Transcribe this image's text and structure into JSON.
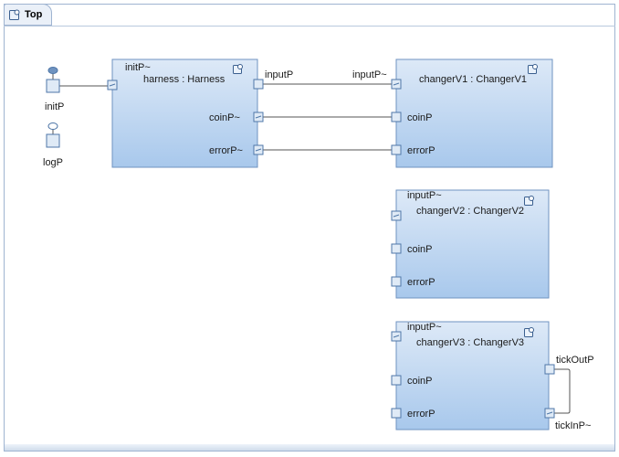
{
  "tab": {
    "title": "Top",
    "icon": "capsule-icon"
  },
  "colors": {
    "frame_border": "#9fb4d1",
    "capsule_fill_top": "#dde9f7",
    "capsule_fill_bottom": "#a8c8ec",
    "capsule_border": "#6f93c0",
    "connector": "#555555",
    "port_fill": "#dfeaf6",
    "port_border": "#4f77a8"
  },
  "external_ports": [
    {
      "id": "initP",
      "label": "initP"
    },
    {
      "id": "logP",
      "label": "logP"
    }
  ],
  "capsules": [
    {
      "id": "harness",
      "title": "harness : Harness",
      "ports": [
        {
          "label": "initP~"
        },
        {
          "label": "inputP"
        },
        {
          "label": "coinP~"
        },
        {
          "label": "errorP~"
        }
      ]
    },
    {
      "id": "changerV1",
      "title": "changerV1 : ChangerV1",
      "ports": [
        {
          "label": "inputP~"
        },
        {
          "label": "coinP"
        },
        {
          "label": "errorP"
        }
      ]
    },
    {
      "id": "changerV2",
      "title": "changerV2 : ChangerV2",
      "ports": [
        {
          "label": "inputP~"
        },
        {
          "label": "coinP"
        },
        {
          "label": "errorP"
        }
      ]
    },
    {
      "id": "changerV3",
      "title": "changerV3 : ChangerV3",
      "ports": [
        {
          "label": "inputP~"
        },
        {
          "label": "coinP"
        },
        {
          "label": "errorP"
        },
        {
          "label": "tickOutP"
        },
        {
          "label": "tickInP~"
        }
      ]
    }
  ],
  "connectors": [
    {
      "from": "initP",
      "to": "harness.initP~"
    },
    {
      "from": "harness.inputP",
      "to": "changerV1.inputP~"
    },
    {
      "from": "harness.coinP~",
      "to": "changerV1.coinP"
    },
    {
      "from": "harness.errorP~",
      "to": "changerV1.errorP"
    },
    {
      "from": "changerV3.tickOutP",
      "to": "changerV3.tickInP~"
    }
  ]
}
